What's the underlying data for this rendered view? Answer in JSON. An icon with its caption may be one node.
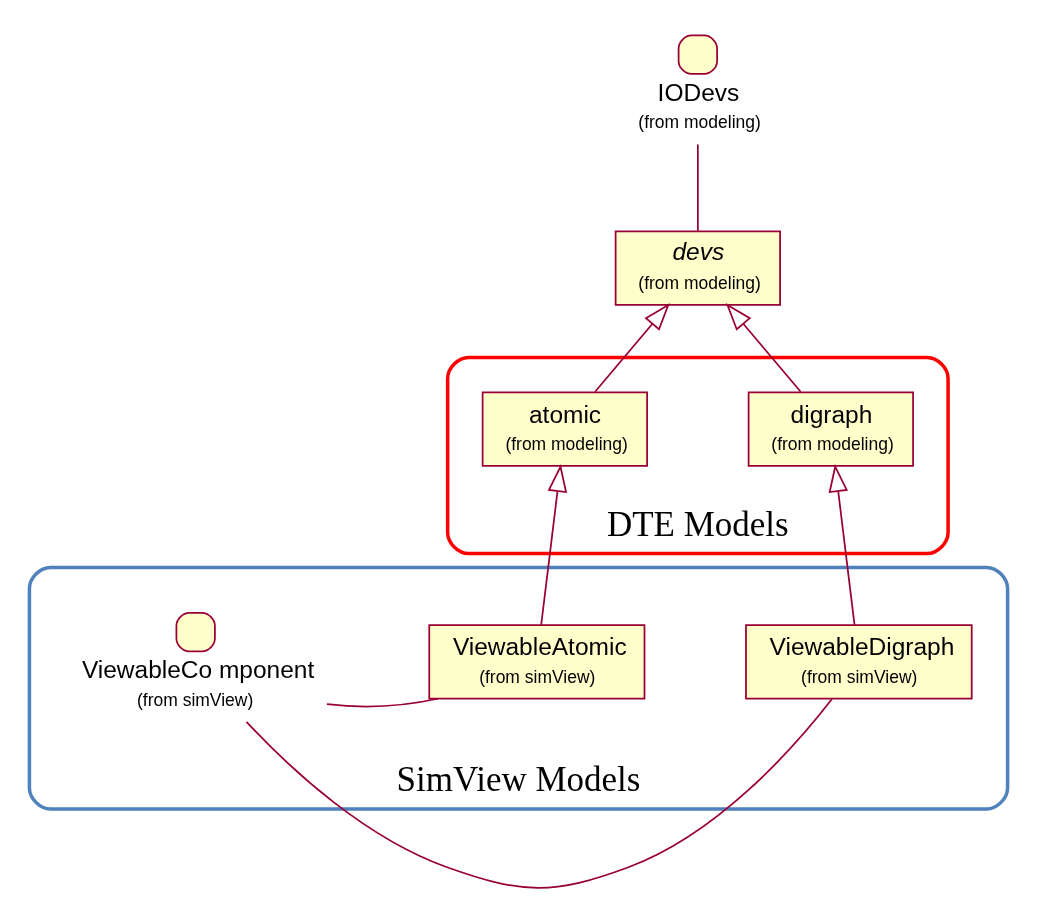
{
  "diagram": {
    "nodes": [
      {
        "text": [
          "IODevs",
          "(from modeling)"
        ]
      },
      {
        "text": [
          "devs",
          "(from modeling)"
        ]
      },
      {
        "text": [
          "DTE Models"
        ]
      },
      {
        "text": [
          "atomic",
          "(from modeling)"
        ],
        "in": 2
      },
      {
        "text": [
          "digraph",
          "(from modeling)"
        ],
        "in": 2
      },
      {
        "text": [
          "SimView Models"
        ]
      },
      {
        "text": [
          "ViewableCo mponent",
          "(from simView)"
        ],
        "in": 5
      },
      {
        "text": [
          "ViewableAtomic",
          "(from simView)"
        ],
        "in": 5
      },
      {
        "text": [
          "ViewableDigraph",
          "(from simView)"
        ],
        "in": 5
      }
    ],
    "edges": [
      {
        "from": 1,
        "to": 0,
        "arrow": "none"
      },
      {
        "from": 3,
        "to": 1,
        "arrow": "to"
      },
      {
        "from": 4,
        "to": 1,
        "arrow": "to"
      },
      {
        "from": 7,
        "to": 3,
        "arrow": "to"
      },
      {
        "from": 8,
        "to": 4,
        "arrow": "to"
      },
      {
        "from": 6,
        "to": 7,
        "arrow": "none"
      },
      {
        "from": 6,
        "to": 8,
        "arrow": "none"
      }
    ]
  }
}
